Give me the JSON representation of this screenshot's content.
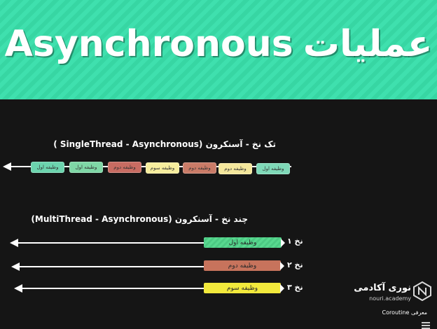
{
  "slide": {
    "title_en": "Asynchronous",
    "title_fa": "عملیات"
  },
  "single_thread": {
    "title": "تک نخ - آسنکرون (SingleThread - Asynchronous )",
    "tasks": [
      {
        "label": "وظیفه اول",
        "color": "#7fd9b8"
      },
      {
        "label": "وظیفه دوم",
        "color": "#f4e79c"
      },
      {
        "label": "وظیفه دوم",
        "color": "#c97b67"
      },
      {
        "label": "وظیفه سوم",
        "color": "#f6ed9d"
      },
      {
        "label": "وظیفه دوم",
        "color": "#c86c62"
      },
      {
        "label": "وظیفه اول",
        "color": "#7fd7a6"
      },
      {
        "label": "وظیفه اول",
        "color": "#6cd4ae"
      }
    ]
  },
  "multi_thread": {
    "title": "چند نخ - آسنکرون (MultiThread - Asynchronous)",
    "threads": [
      {
        "label": "نخ ۱",
        "task": "وظیفه اول",
        "color": "#58d88f"
      },
      {
        "label": "نخ ۲",
        "task": "وظیفه دوم",
        "color": "#c7735c"
      },
      {
        "label": "نخ ۳",
        "task": "وظیفه سوم",
        "color": "#f2e93c"
      }
    ]
  },
  "brand": {
    "name_fa": "نوری آکادمی",
    "name_en": "nouri.academy",
    "course": "معرفی Coroutine"
  },
  "colors": {
    "header": "#3ee0ad",
    "background": "#151515"
  }
}
